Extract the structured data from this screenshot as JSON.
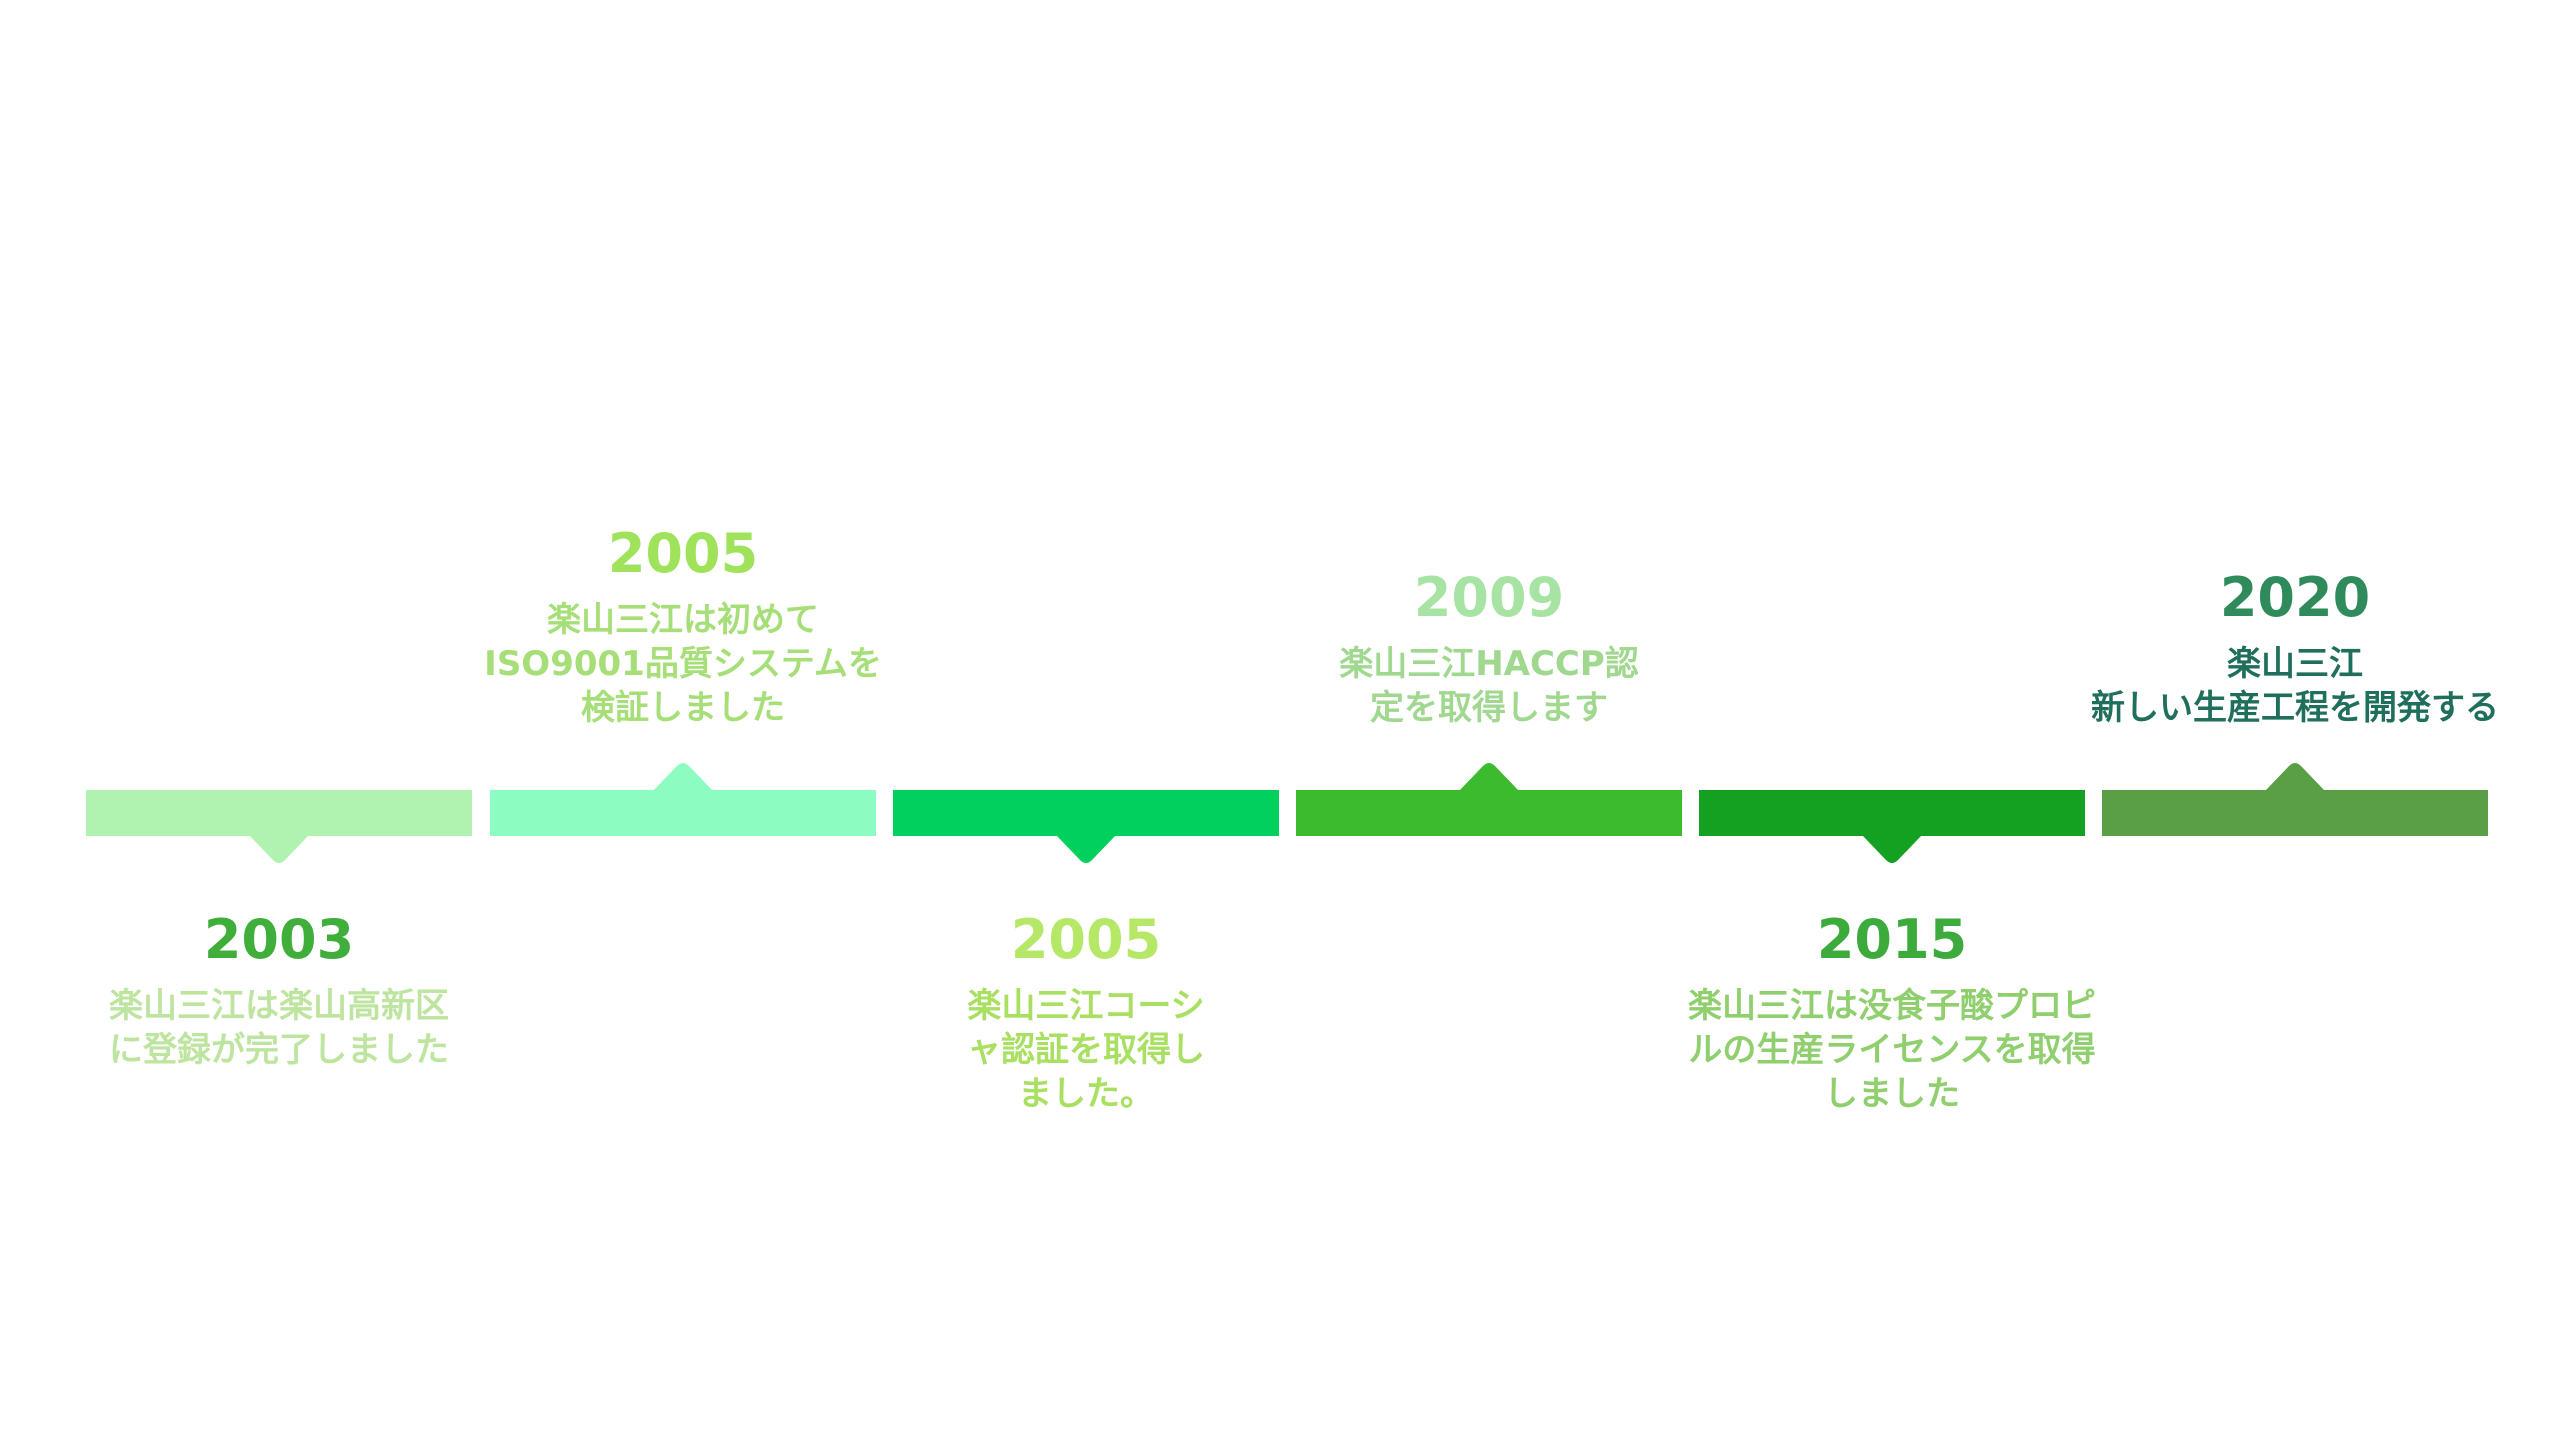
{
  "colors": {
    "segments": [
      "#b0f3b0",
      "#8cfcc0",
      "#00d05c",
      "#3bbb2d",
      "#14a021",
      "#5a9e46"
    ]
  },
  "events": [
    {
      "year": "2003",
      "description": "楽山三江は楽山高新区\nに登録が完了しました",
      "position": "below",
      "year_color": "#3fae3a",
      "desc_color": "#bde5a0"
    },
    {
      "year": "2005",
      "description": "楽山三江は初めて\nISO9001品質システムを\n検証しました",
      "position": "above",
      "year_color": "#9ee35a",
      "desc_color": "#a6de78"
    },
    {
      "year": "2005",
      "description": "楽山三江コーシ\nャ認証を取得し\nました。",
      "position": "below",
      "year_color": "#b4e866",
      "desc_color": "#a9e062"
    },
    {
      "year": "2009",
      "description": "楽山三江HACCP認\n定を取得します",
      "position": "above",
      "year_color": "#a7e4a4",
      "desc_color": "#9fd88e"
    },
    {
      "year": "2015",
      "description": "楽山三江は没食子酸プロピ\nルの生産ライセンスを取得\nしました",
      "position": "below",
      "year_color": "#3dab3c",
      "desc_color": "#8fcf6e"
    },
    {
      "year": "2020",
      "description": "楽山三江\n新しい生産工程を開発する",
      "position": "above",
      "year_color": "#2f8b5c",
      "desc_color": "#206f5c"
    }
  ]
}
